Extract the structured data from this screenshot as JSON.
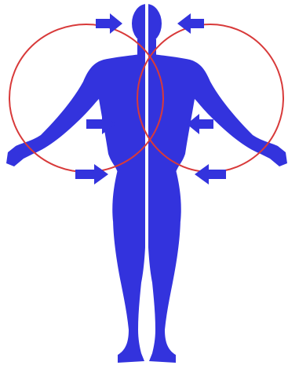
{
  "colors": {
    "background": "#ffffff",
    "body": "#3333dd",
    "midline": "#ffffff",
    "circles": "#d83a3a",
    "arrows": "#3333dd"
  },
  "figure": {
    "subject": "human-figure-front-view",
    "halves": [
      "left-half",
      "right-half"
    ],
    "circles": [
      {
        "name": "left-reach-circle",
        "side": "left"
      },
      {
        "name": "right-reach-circle",
        "side": "right"
      }
    ],
    "arrows": [
      {
        "name": "arrow-left-top",
        "side": "left",
        "direction": "inward"
      },
      {
        "name": "arrow-left-middle",
        "side": "left",
        "direction": "inward"
      },
      {
        "name": "arrow-left-bottom",
        "side": "left",
        "direction": "inward"
      },
      {
        "name": "arrow-right-top",
        "side": "right",
        "direction": "inward"
      },
      {
        "name": "arrow-right-middle",
        "side": "right",
        "direction": "inward"
      },
      {
        "name": "arrow-right-bottom",
        "side": "right",
        "direction": "inward"
      }
    ]
  }
}
